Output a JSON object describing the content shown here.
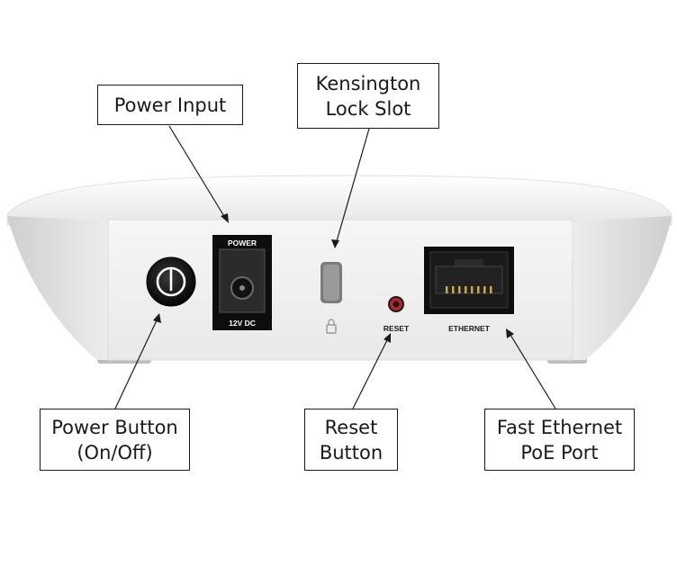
{
  "labels": {
    "power_input": {
      "lines": [
        "Power Input"
      ]
    },
    "kensington": {
      "lines": [
        "Kensington",
        "Lock Slot"
      ]
    },
    "power_button": {
      "lines": [
        "Power Button",
        "(On/Off)"
      ]
    },
    "reset_button": {
      "lines": [
        "Reset",
        "Button"
      ]
    },
    "ethernet_port": {
      "lines": [
        "Fast Ethernet",
        "PoE Port"
      ]
    }
  },
  "device_text": {
    "power_top": "POWER",
    "power_bottom": "12V DC",
    "reset": "RESET",
    "ethernet": "ETHERNET"
  },
  "colors": {
    "device_body": "#f1f1f1",
    "device_shadow": "#d4d4d4",
    "port_black": "#0d0d0d",
    "reset_red": "#b3262b",
    "leader_line": "#1a1a1a"
  }
}
